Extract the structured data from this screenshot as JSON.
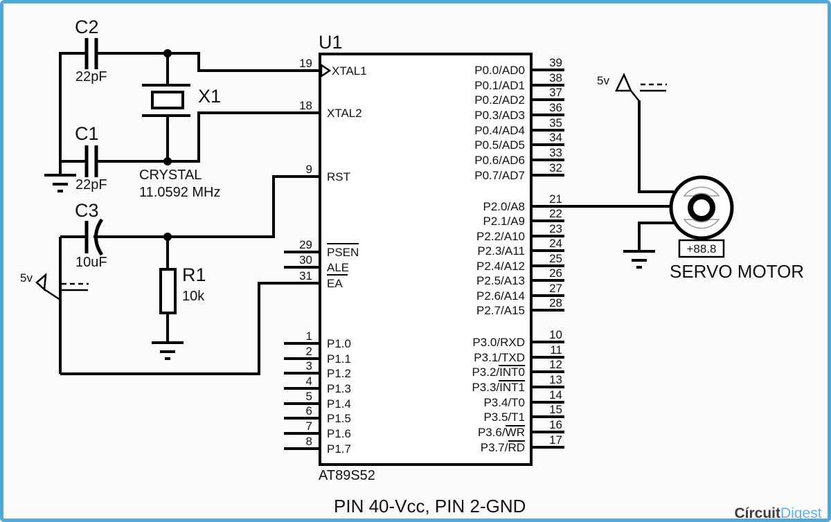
{
  "colors": {
    "border": "#54a8d6",
    "wire": "#000000",
    "servo_arc": "#999999",
    "logo_dark": "#3d3d3d",
    "logo_light": "#5fb2e6"
  },
  "components": {
    "c2": {
      "ref": "C2",
      "value": "22pF"
    },
    "c1": {
      "ref": "C1",
      "value": "22pF"
    },
    "c3": {
      "ref": "C3",
      "value": "10uF"
    },
    "x1": {
      "ref": "X1",
      "name": "CRYSTAL",
      "frequency": "11.0592 MHz"
    },
    "r1": {
      "ref": "R1",
      "value": "10k"
    }
  },
  "power": {
    "left_rail_label": "5v",
    "servo_rail_label": "5v"
  },
  "chip": {
    "ref": "U1",
    "part": "AT89S52",
    "left_pins": [
      {
        "num": "19",
        "label": "XTAL1"
      },
      {
        "num": "18",
        "label": "XTAL2"
      },
      {
        "num": "9",
        "label": "RST"
      },
      {
        "num": "29",
        "label": "PSEN"
      },
      {
        "num": "30",
        "label": "ALE"
      },
      {
        "num": "31",
        "label": "EA"
      },
      {
        "num": "1",
        "label": "P1.0"
      },
      {
        "num": "2",
        "label": "P1.1"
      },
      {
        "num": "3",
        "label": "P1.2"
      },
      {
        "num": "4",
        "label": "P1.3"
      },
      {
        "num": "5",
        "label": "P1.4"
      },
      {
        "num": "6",
        "label": "P1.5"
      },
      {
        "num": "7",
        "label": "P1.6"
      },
      {
        "num": "8",
        "label": "P1.7"
      }
    ],
    "right_pins": [
      {
        "num": "39",
        "label": "P0.0/AD0"
      },
      {
        "num": "38",
        "label": "P0.1/AD1"
      },
      {
        "num": "37",
        "label": "P0.2/AD2"
      },
      {
        "num": "36",
        "label": "P0.3/AD3"
      },
      {
        "num": "35",
        "label": "P0.4/AD4"
      },
      {
        "num": "34",
        "label": "P0.5/AD5"
      },
      {
        "num": "33",
        "label": "P0.6/AD6"
      },
      {
        "num": "32",
        "label": "P0.7/AD7"
      },
      {
        "num": "21",
        "label": "P2.0/A8"
      },
      {
        "num": "22",
        "label": "P2.1/A9"
      },
      {
        "num": "23",
        "label": "P2.2/A10"
      },
      {
        "num": "24",
        "label": "P2.3/A11"
      },
      {
        "num": "25",
        "label": "P2.4/A12"
      },
      {
        "num": "26",
        "label": "P2.5/A13"
      },
      {
        "num": "27",
        "label": "P2.6/A14"
      },
      {
        "num": "28",
        "label": "P2.7/A15"
      },
      {
        "num": "10",
        "label": "P3.0/RXD"
      },
      {
        "num": "11",
        "label": "P3.1/TXD"
      },
      {
        "num": "12",
        "label": "P3.2/INT0"
      },
      {
        "num": "13",
        "label": "P3.3/INT1"
      },
      {
        "num": "14",
        "label": "P3.4/T0"
      },
      {
        "num": "15",
        "label": "P3.5/T1"
      },
      {
        "num": "16",
        "label": "P3.6/WR"
      },
      {
        "num": "17",
        "label": "P3.7/RD"
      }
    ]
  },
  "servo": {
    "display_value": "+88.8",
    "caption": "SERVO MOTOR"
  },
  "footer": {
    "note": "PIN 40-Vcc, PIN 2-GND"
  },
  "logo": {
    "part1": "Círcuit",
    "part2": "Digest"
  }
}
